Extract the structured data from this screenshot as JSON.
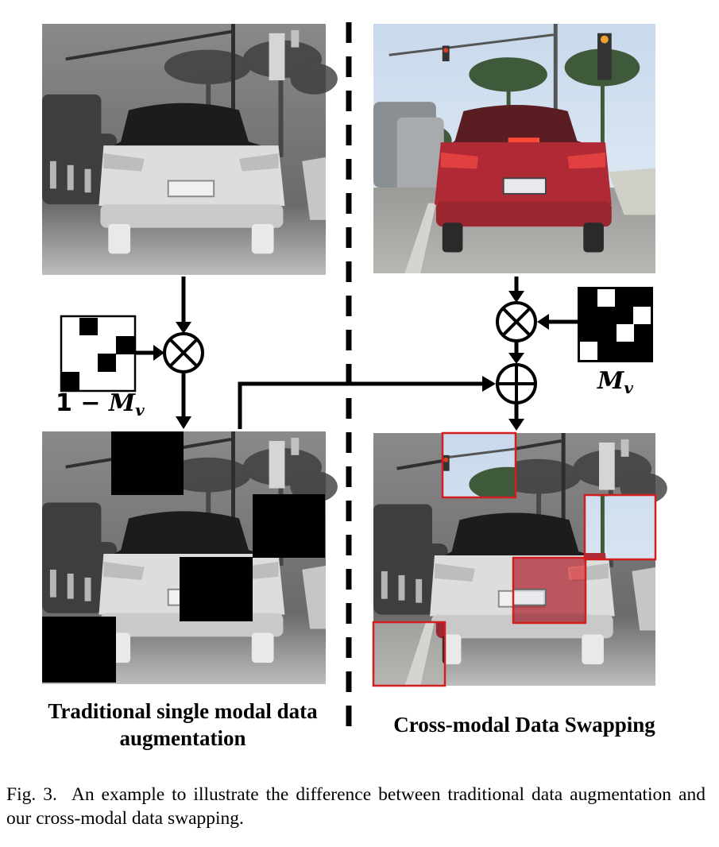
{
  "labels": {
    "left": "Traditional single modal data augmentation",
    "right": "Cross-modal Data Swapping"
  },
  "masks": {
    "left": {
      "prefix": "1 − ",
      "symbol": "M",
      "subscript": "v"
    },
    "right": {
      "prefix": "",
      "symbol": "M",
      "subscript": "v"
    }
  },
  "caption": {
    "prefix": "Fig. 3.",
    "text": "An example to illustrate the difference between traditional data augmentation and our cross-modal data swapping."
  },
  "colors": {
    "arrow": "#000000",
    "swap_box": "#d21e1e",
    "divider": "#000000"
  },
  "icons": {
    "multiply_operator": "circle-times-icon",
    "add_operator": "circle-plus-icon"
  }
}
